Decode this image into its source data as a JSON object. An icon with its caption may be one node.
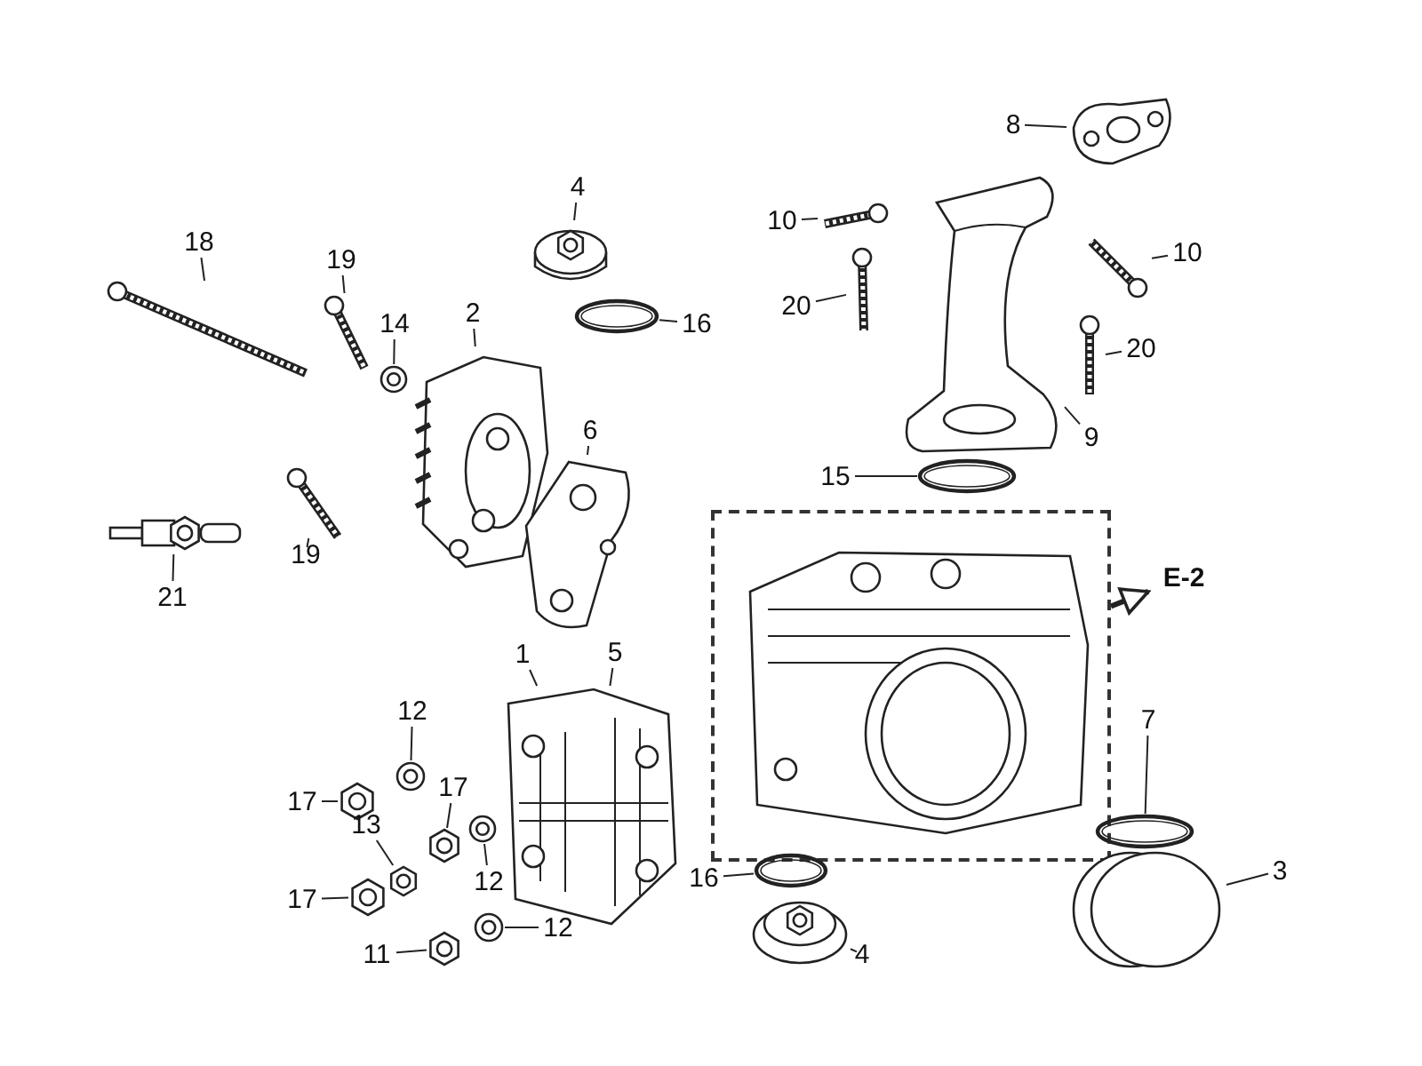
{
  "diagram": {
    "nodes": [
      {
        "text": [
          "8"
        ]
      },
      {
        "text": [],
        "shape": "picture"
      },
      {
        "text": [
          "4"
        ]
      },
      {
        "text": [],
        "shape": "picture"
      },
      {
        "text": [
          "16"
        ]
      },
      {
        "text": [],
        "shape": "picture"
      },
      {
        "text": [
          "18"
        ]
      },
      {
        "text": [],
        "shape": "picture"
      },
      {
        "text": [
          "19"
        ]
      },
      {
        "text": [],
        "shape": "picture"
      },
      {
        "text": [
          "14"
        ]
      },
      {
        "text": [],
        "shape": "picture"
      },
      {
        "text": [
          "2"
        ]
      },
      {
        "text": [],
        "shape": "picture"
      },
      {
        "text": [
          "10"
        ]
      },
      {
        "text": [],
        "shape": "picture"
      },
      {
        "text": [
          "20"
        ]
      },
      {
        "text": [],
        "shape": "picture"
      },
      {
        "text": [
          "10"
        ]
      },
      {
        "text": [],
        "shape": "picture"
      },
      {
        "text": [
          "20"
        ]
      },
      {
        "text": [],
        "shape": "picture"
      },
      {
        "text": [
          "9"
        ]
      },
      {
        "text": [],
        "shape": "picture"
      },
      {
        "text": [
          "6"
        ]
      },
      {
        "text": [],
        "shape": "picture"
      },
      {
        "text": [
          "15"
        ]
      },
      {
        "text": [],
        "shape": "picture"
      },
      {
        "text": [
          "19"
        ]
      },
      {
        "text": [],
        "shape": "picture"
      },
      {
        "text": [
          "21"
        ]
      },
      {
        "text": [],
        "shape": "picture"
      },
      {
        "text": [],
        "shape": "box"
      },
      {
        "text": [],
        "shape": "picture",
        "in": 32
      },
      {
        "text": [
          "E-2"
        ]
      },
      {
        "text": [
          "1"
        ]
      },
      {
        "text": [],
        "shape": "picture"
      },
      {
        "text": [
          "5"
        ]
      },
      {
        "text": [
          "7"
        ]
      },
      {
        "text": [],
        "shape": "picture"
      },
      {
        "text": [
          "3"
        ]
      },
      {
        "text": [],
        "shape": "picture"
      },
      {
        "text": [
          "12"
        ]
      },
      {
        "text": [],
        "shape": "picture"
      },
      {
        "text": [
          "17"
        ]
      },
      {
        "text": [],
        "shape": "picture"
      },
      {
        "text": [
          "17"
        ]
      },
      {
        "text": [],
        "shape": "picture"
      },
      {
        "text": [
          "13"
        ]
      },
      {
        "text": [],
        "shape": "picture"
      },
      {
        "text": [
          "12"
        ]
      },
      {
        "text": [],
        "shape": "picture"
      },
      {
        "text": [
          "17"
        ]
      },
      {
        "text": [],
        "shape": "picture"
      },
      {
        "text": [
          "11"
        ]
      },
      {
        "text": [],
        "shape": "picture"
      },
      {
        "text": [
          "12"
        ]
      },
      {
        "text": [],
        "shape": "picture"
      },
      {
        "text": [
          "16"
        ]
      },
      {
        "text": [],
        "shape": "picture"
      },
      {
        "text": [
          "4"
        ]
      },
      {
        "text": [],
        "shape": "picture"
      }
    ],
    "edges": [
      {
        "from": 0,
        "to": 1,
        "arrow": "none"
      },
      {
        "from": 2,
        "to": 3,
        "arrow": "none"
      },
      {
        "from": 4,
        "to": 5,
        "arrow": "none"
      },
      {
        "from": 6,
        "to": 7,
        "arrow": "none"
      },
      {
        "from": 8,
        "to": 9,
        "arrow": "none"
      },
      {
        "from": 10,
        "to": 11,
        "arrow": "none"
      },
      {
        "from": 12,
        "to": 13,
        "arrow": "none"
      },
      {
        "from": 14,
        "to": 15,
        "arrow": "none"
      },
      {
        "from": 16,
        "to": 17,
        "arrow": "none"
      },
      {
        "from": 18,
        "to": 19,
        "arrow": "none"
      },
      {
        "from": 20,
        "to": 21,
        "arrow": "none"
      },
      {
        "from": 22,
        "to": 23,
        "arrow": "none"
      },
      {
        "from": 24,
        "to": 25,
        "arrow": "none"
      },
      {
        "from": 26,
        "to": 27,
        "arrow": "none"
      },
      {
        "from": 28,
        "to": 29,
        "arrow": "none"
      },
      {
        "from": 30,
        "to": 31,
        "arrow": "none"
      },
      {
        "from": 32,
        "to": 34,
        "arrow": "to",
        "style": "thick"
      },
      {
        "from": 35,
        "to": 36,
        "arrow": "none"
      },
      {
        "from": 37,
        "to": 36,
        "arrow": "none"
      },
      {
        "from": 38,
        "to": 39,
        "arrow": "none"
      },
      {
        "from": 40,
        "to": 41,
        "arrow": "none"
      },
      {
        "from": 42,
        "to": 43,
        "arrow": "none"
      },
      {
        "from": 44,
        "to": 45,
        "arrow": "none"
      },
      {
        "from": 46,
        "to": 47,
        "arrow": "none"
      },
      {
        "from": 48,
        "to": 49,
        "arrow": "none"
      },
      {
        "from": 50,
        "to": 51,
        "arrow": "none"
      },
      {
        "from": 52,
        "to": 53,
        "arrow": "none"
      },
      {
        "from": 54,
        "to": 55,
        "arrow": "none"
      },
      {
        "from": 56,
        "to": 57,
        "arrow": "none"
      },
      {
        "from": 58,
        "to": 59,
        "arrow": "none"
      },
      {
        "from": 60,
        "to": 61,
        "arrow": "none"
      }
    ]
  }
}
